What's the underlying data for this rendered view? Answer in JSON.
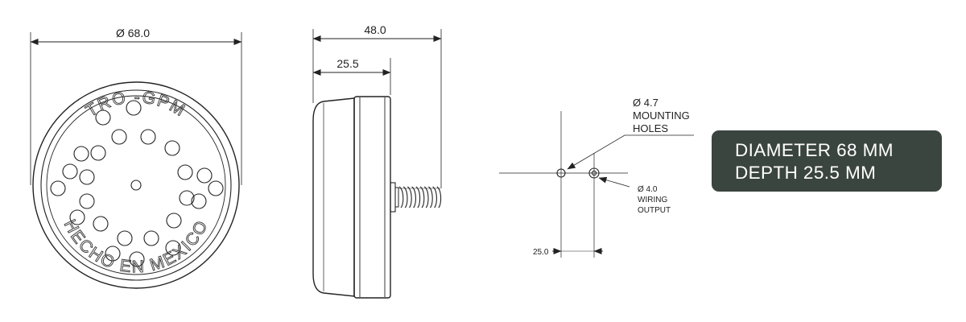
{
  "front_view": {
    "diameter_label": "Ø 68.0",
    "emboss_top": "TRO -GPM",
    "emboss_bottom": "HECHO EN MEXICO"
  },
  "side_view": {
    "overall_depth_label": "48.0",
    "body_depth_label": "25.5"
  },
  "mounting_detail": {
    "hole_callout": [
      "Ø 4.7",
      "MOUNTING",
      "HOLES"
    ],
    "wiring_callout": [
      "Ø 4.0",
      "WIRING",
      "OUTPUT"
    ],
    "spacing_label": "25.0"
  },
  "spec_box": {
    "line1": "DIAMETER 68 MM",
    "line2": "DEPTH 25.5 MM",
    "background": "#3b4540"
  }
}
